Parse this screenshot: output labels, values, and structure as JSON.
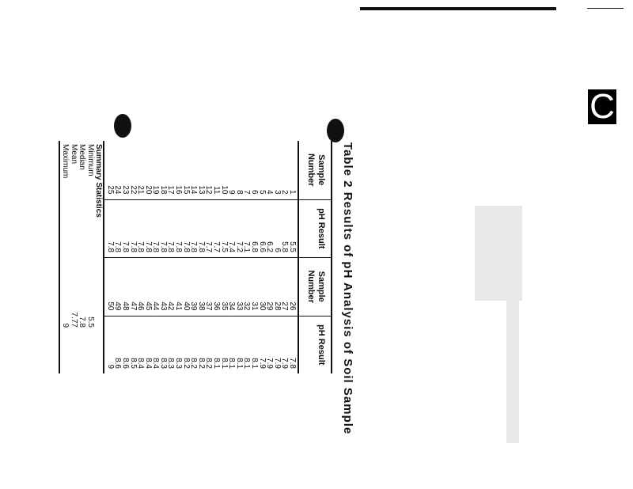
{
  "document": {
    "title": "Table 2  Results of pH Analysis of Soil Sample",
    "side_tab": "C"
  },
  "table": {
    "headers": [
      "Sample Number",
      "pH Result",
      "Sample Number",
      "pH Result"
    ],
    "left": {
      "samples": [
        "1",
        "2",
        "3",
        "4",
        "5",
        "6",
        "7",
        "8",
        "9",
        "10",
        "11",
        "12",
        "13",
        "14",
        "15",
        "16",
        "17",
        "18",
        "19",
        "20",
        "21",
        "22",
        "23",
        "24",
        "25"
      ],
      "ph": [
        "5.5",
        "5.8",
        "6",
        "6.2",
        "6.6",
        "6.8",
        "7.1",
        "7.2",
        "7.4",
        "7.5",
        "7.7",
        "7.7",
        "7.8",
        "7.8",
        "7.8",
        "7.8",
        "7.8",
        "7.8",
        "7.8",
        "7.8",
        "7.8",
        "7.8",
        "7.8",
        "7.8",
        "7.8"
      ]
    },
    "right": {
      "samples": [
        "26",
        "27",
        "28",
        "29",
        "30",
        "31",
        "32",
        "33",
        "34",
        "35",
        "36",
        "37",
        "38",
        "39",
        "40",
        "41",
        "42",
        "43",
        "44",
        "45",
        "46",
        "47",
        "48",
        "49",
        "50"
      ],
      "ph": [
        "7.8",
        "7.9",
        "7.9",
        "7.9",
        "7.9",
        "8.1",
        "8.1",
        "8.1",
        "8.1",
        "8.1",
        "8.1",
        "8.2",
        "8.2",
        "8.2",
        "8.2",
        "8.3",
        "8.3",
        "8.3",
        "8.4",
        "8.4",
        "8.4",
        "8.5",
        "8.6",
        "8.6",
        "9"
      ]
    },
    "summary": {
      "title": "Summary Statistics",
      "rows": [
        {
          "label": "Minimum",
          "value": "5.5"
        },
        {
          "label": "Median",
          "value": "7.8"
        },
        {
          "label": "Mean",
          "value": "7.77"
        },
        {
          "label": "Maximum",
          "value": "9"
        }
      ]
    }
  }
}
